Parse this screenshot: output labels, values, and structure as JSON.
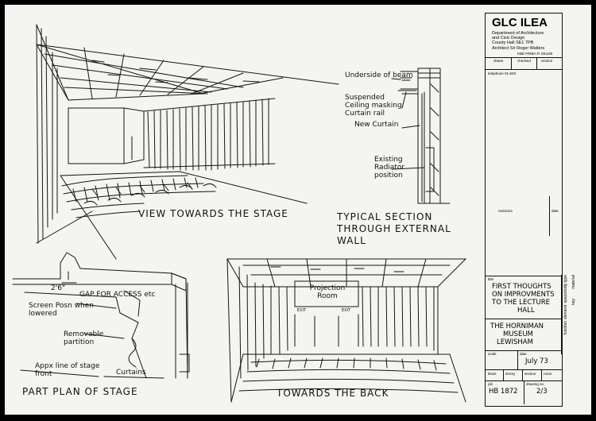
{
  "sketch_top_left": {
    "caption": "VIEW TOWARDS THE STAGE"
  },
  "section_detail": {
    "labels": [
      "Underside of beam",
      "Suspended Ceiling masking Curtain rail",
      "New Curtain",
      "Existing Radiator position"
    ],
    "caption": "TYPICAL SECTION THROUGH EXTERNAL WALL"
  },
  "plan": {
    "dimension": "2'6\"",
    "labels": [
      "GAP FOR ACCESS etc",
      "Screen Posn when lowered",
      "Removable partition",
      "Appx line of stage front",
      "Curtains"
    ],
    "caption": "PART PLAN OF STAGE"
  },
  "back_view": {
    "sign": "Projection Room",
    "exits": [
      "EXIT",
      "EXIT"
    ],
    "caption": "TOWARDS THE BACK"
  },
  "title_block": {
    "org": "GLC ILEA",
    "dept": [
      "Department of Architecture",
      "and Civic Design",
      "County Hall SE1 7PB"
    ],
    "architect": "Architect Sir Roger Walters",
    "architect_sub": "KBE FRIBA FI StructE",
    "header_cells": [
      "drawn",
      "checked",
      "section"
    ],
    "telephone": "telephone 01-633",
    "revisions": "revisions",
    "date_label": "date",
    "title_label": "title",
    "title_lines": [
      "FIRST THOUGHTS",
      "ON IMPROVMENTS",
      "TO THE LECTURE",
      "HALL"
    ],
    "job_lines": [
      "THE HORNIMAN",
      "MUSEUM",
      "LEWISHAM"
    ],
    "scale_label": "scale",
    "date_cell_label": "date",
    "date_value": "July 73",
    "grid_labels": [
      "block",
      "storey",
      "section",
      "room"
    ],
    "job_label": "job",
    "job_value": "HB 1872",
    "drawing_no_label": "drawing no",
    "drawing_no_value": "2/3",
    "side_labels": [
      "body type",
      "space",
      "element",
      "function",
      "material",
      "key"
    ]
  }
}
